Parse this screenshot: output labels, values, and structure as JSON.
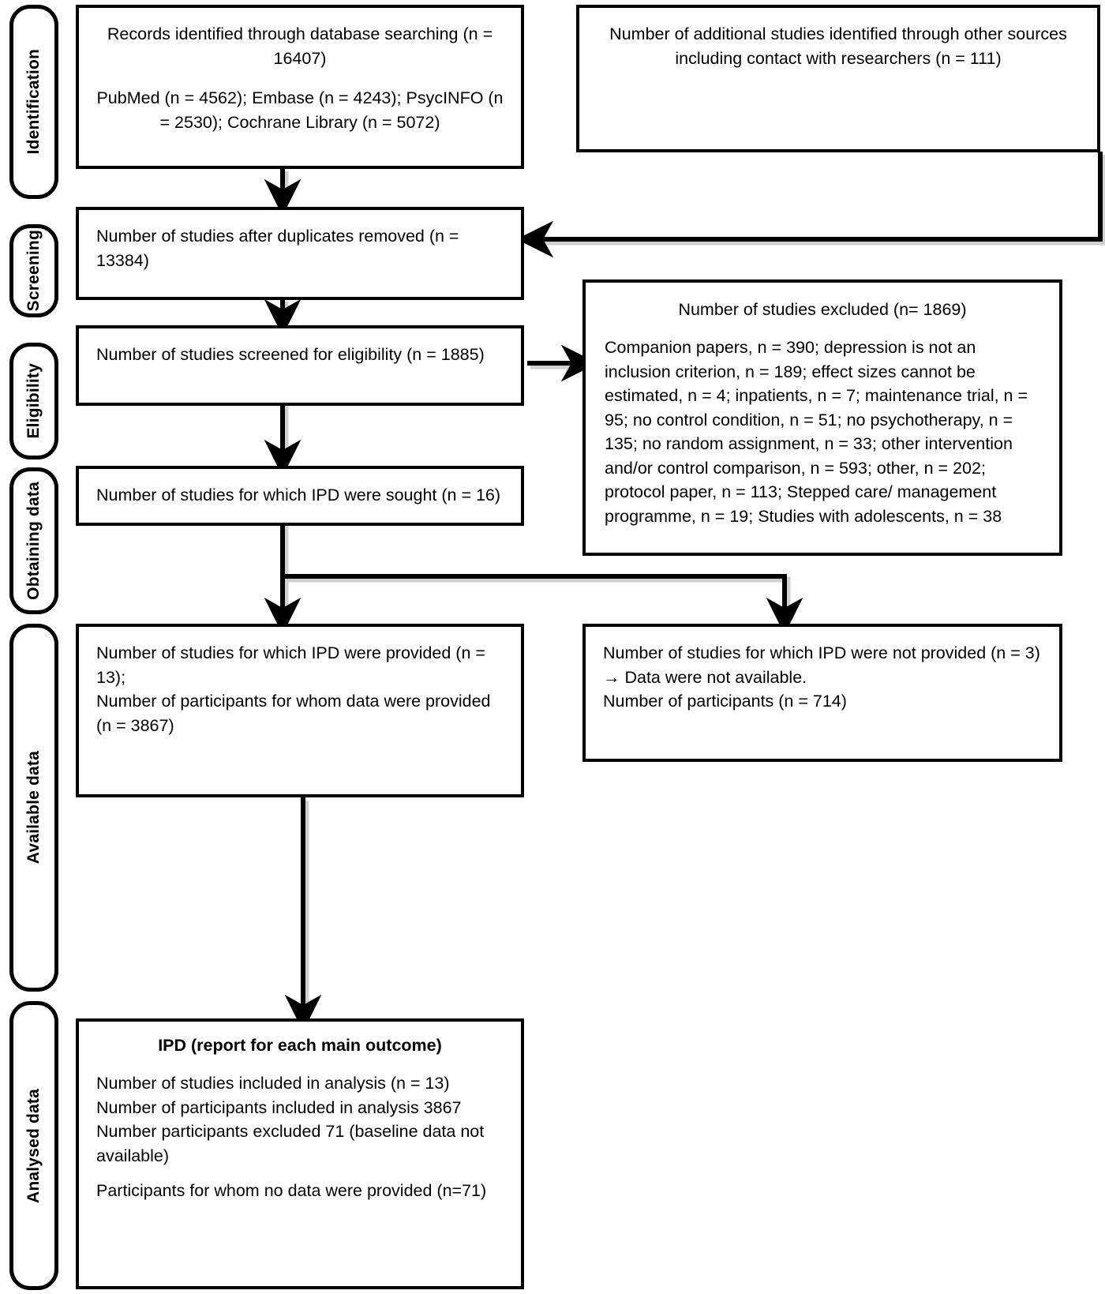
{
  "diagram": {
    "type": "prisma-flow",
    "title": "PRISMA IPD flow diagram"
  },
  "stages": [
    {
      "id": "identification",
      "label": "Identification"
    },
    {
      "id": "screening",
      "label": "Screening"
    },
    {
      "id": "eligibility",
      "label": "Eligibility"
    },
    {
      "id": "obtaining-data",
      "label": "Obtaining data"
    },
    {
      "id": "available-data",
      "label": "Available data"
    },
    {
      "id": "analysed-data",
      "label": "Analysed data"
    }
  ],
  "boxes": {
    "records_identified": {
      "line1": "Records identified through database searching (n = 16407)",
      "line2": "PubMed (n = 4562); Embase (n = 4243); PsycINFO (n = 2530); Cochrane Library (n = 5072)"
    },
    "additional_studies": {
      "line1": "Number of additional studies identified through other sources including contact with researchers (n = 111)"
    },
    "duplicates_removed": {
      "line1": "Number of studies after duplicates removed (n = 13384)"
    },
    "screened_eligibility": {
      "line1": "Number of studies screened for eligibility (n = 1885)"
    },
    "studies_excluded": {
      "heading": "Number of studies excluded (n= 1869)",
      "body": "Companion papers, n = 390; depression is not an inclusion criterion, n = 189; effect sizes cannot be estimated, n = 4; inpatients, n = 7; maintenance trial, n = 95; no control condition, n = 51; no psychotherapy, n = 135; no random assignment, n = 33; other intervention and/or control comparison, n = 593; other, n = 202; protocol paper, n = 113; Stepped care/ management programme, n = 19; Studies with adolescents, n = 38"
    },
    "ipd_sought": {
      "line1": "Number of studies for which IPD were sought (n = 16)"
    },
    "ipd_provided": {
      "line1": "Number of studies for which IPD were provided (n = 13);",
      "line2": "Number of participants for whom data were provided (n = 3867)"
    },
    "ipd_not_provided": {
      "line1": "Number of studies for which IPD were not provided (n = 3)",
      "line2": "→ Data were not available.",
      "line3": "Number of participants (n = 714)"
    },
    "ipd_analysis": {
      "title": "IPD (report for each main outcome)",
      "line1": "Number of studies included in analysis (n = 13)",
      "line2": "Number of participants included in analysis 3867",
      "line3": "Number participants excluded 71 (baseline data not available)",
      "line4": "Participants for whom no data were provided (n=71)"
    }
  },
  "colors": {
    "stroke": "#000000",
    "fill": "#ffffff",
    "shadow": "#c8c8c8"
  }
}
